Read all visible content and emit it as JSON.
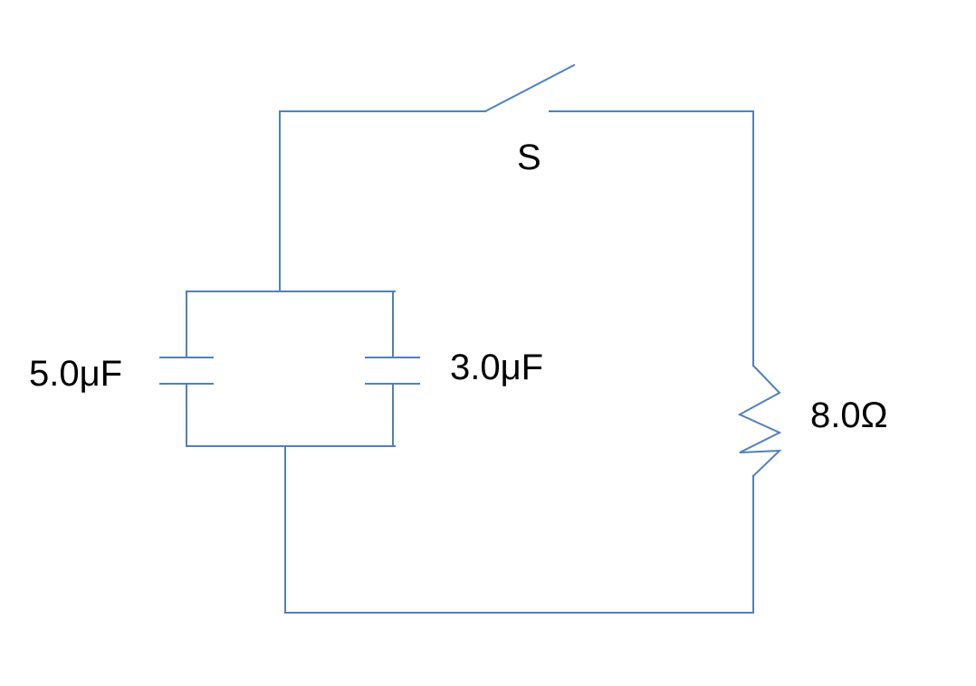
{
  "colors": {
    "wire": "#4f81bd",
    "text": "#000000",
    "background": "#ffffff"
  },
  "labels": {
    "switch": "S",
    "capacitor_left": "5.0μF",
    "capacitor_right": "3.0μF",
    "resistor": "8.0Ω"
  }
}
